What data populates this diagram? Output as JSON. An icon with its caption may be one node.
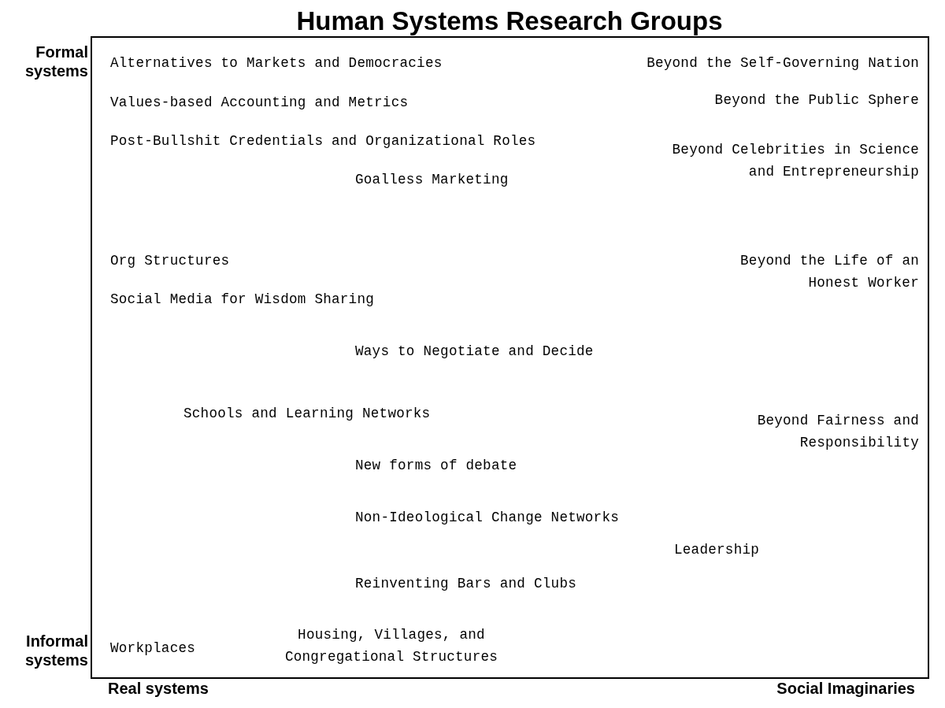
{
  "diagram": {
    "title": "Human Systems Research Groups",
    "labels": [
      "Formal systems",
      "Alternatives to Markets and Democracies",
      "Beyond the Self-Governing Nation",
      "Values-based Accounting and Metrics",
      "Beyond the Public Sphere",
      "Post-Bullshit Credentials and Organizational Roles",
      "Beyond Celebrities in Science and Entrepreneurship",
      "Goalless Marketing",
      "Org Structures",
      "Beyond the Life of an Honest Worker",
      "Social Media for Wisdom Sharing",
      "Ways to Negotiate and Decide",
      "Schools and Learning Networks",
      "Beyond Fairness and Responsibility",
      "New forms of debate",
      "Non-Ideological Change Networks",
      "Leadership",
      "Reinventing Bars and Clubs",
      "Housing, Villages, and Congregational Structures",
      "Informal systems",
      "Workplaces",
      "Real systems",
      "Social Imaginaries"
    ]
  }
}
